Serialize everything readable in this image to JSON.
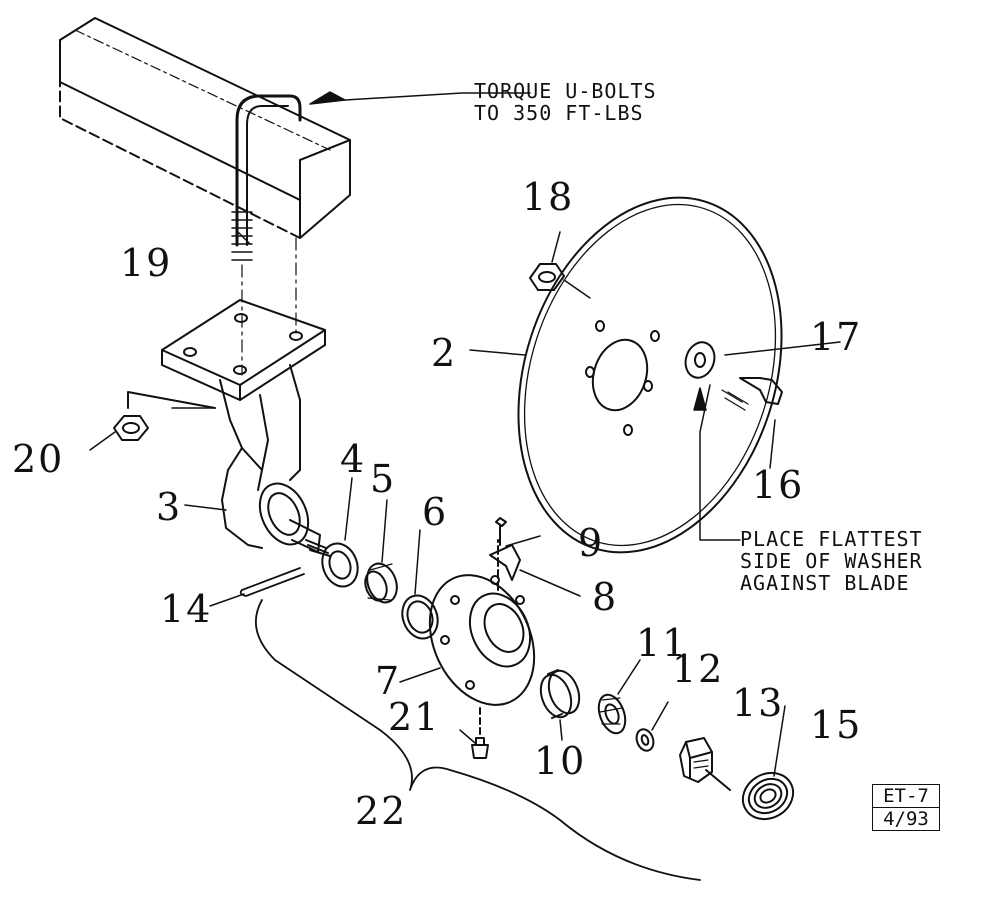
{
  "notes": {
    "torque": [
      "TORQUE U-BOLTS",
      "TO 350 FT-LBS"
    ],
    "washer": [
      "PLACE FLATTEST",
      "SIDE OF WASHER",
      "AGAINST BLADE"
    ]
  },
  "callouts": [
    {
      "id": "n2",
      "label": "2"
    },
    {
      "id": "n3",
      "label": "3"
    },
    {
      "id": "n4",
      "label": "4"
    },
    {
      "id": "n5",
      "label": "5"
    },
    {
      "id": "n6",
      "label": "6"
    },
    {
      "id": "n7",
      "label": "7"
    },
    {
      "id": "n8",
      "label": "8"
    },
    {
      "id": "n9",
      "label": "9"
    },
    {
      "id": "n10",
      "label": "10"
    },
    {
      "id": "n11",
      "label": "11"
    },
    {
      "id": "n12",
      "label": "12"
    },
    {
      "id": "n13",
      "label": "13"
    },
    {
      "id": "n14",
      "label": "14"
    },
    {
      "id": "n15",
      "label": "15"
    },
    {
      "id": "n16",
      "label": "16"
    },
    {
      "id": "n17",
      "label": "17"
    },
    {
      "id": "n18",
      "label": "18"
    },
    {
      "id": "n19",
      "label": "19"
    },
    {
      "id": "n20",
      "label": "20"
    },
    {
      "id": "n21",
      "label": "21"
    },
    {
      "id": "n22",
      "label": "22"
    }
  ],
  "stamp": {
    "code": "ET-7",
    "date": "4/93"
  }
}
